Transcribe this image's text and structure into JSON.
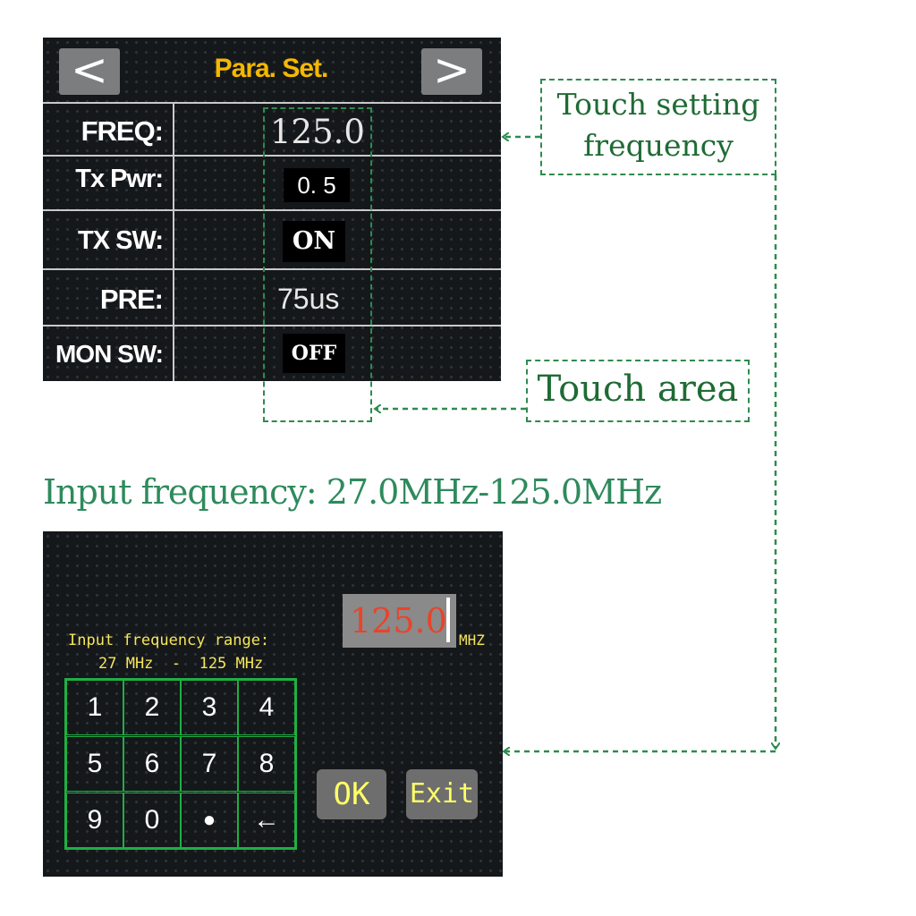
{
  "params_screen": {
    "prev_label": "<",
    "next_label": ">",
    "title": "Para. Set.",
    "rows": [
      {
        "label": "FREQ:",
        "value": "125.0"
      },
      {
        "label": "Tx Pwr:",
        "value": "0. 5"
      },
      {
        "label": "TX SW:",
        "value": "ON"
      },
      {
        "label": "PRE:",
        "value": "75us"
      },
      {
        "label": "MON SW:",
        "value": "OFF"
      }
    ]
  },
  "annotations": {
    "touch_setting_line1": "Touch setting",
    "touch_setting_line2": "frequency",
    "touch_area": "Touch area",
    "input_title": "Input frequency: 27.0MHz-125.0MHz"
  },
  "keypad_screen": {
    "range_line1": "Input frequency range:",
    "range_line2": "27 MHz  -  125 MHz",
    "freq_value": "125.0",
    "unit": "MHZ",
    "keys": [
      "1",
      "2",
      "3",
      "4",
      "5",
      "6",
      "7",
      "8",
      "9",
      "0",
      "●",
      "←"
    ],
    "ok_label": "OK",
    "exit_label": "Exit"
  },
  "colors": {
    "title_accent": "#f5b800",
    "annotation_green": "#2e8b4f",
    "freq_value_red": "#e8442a",
    "keypad_green": "#1fb043"
  }
}
